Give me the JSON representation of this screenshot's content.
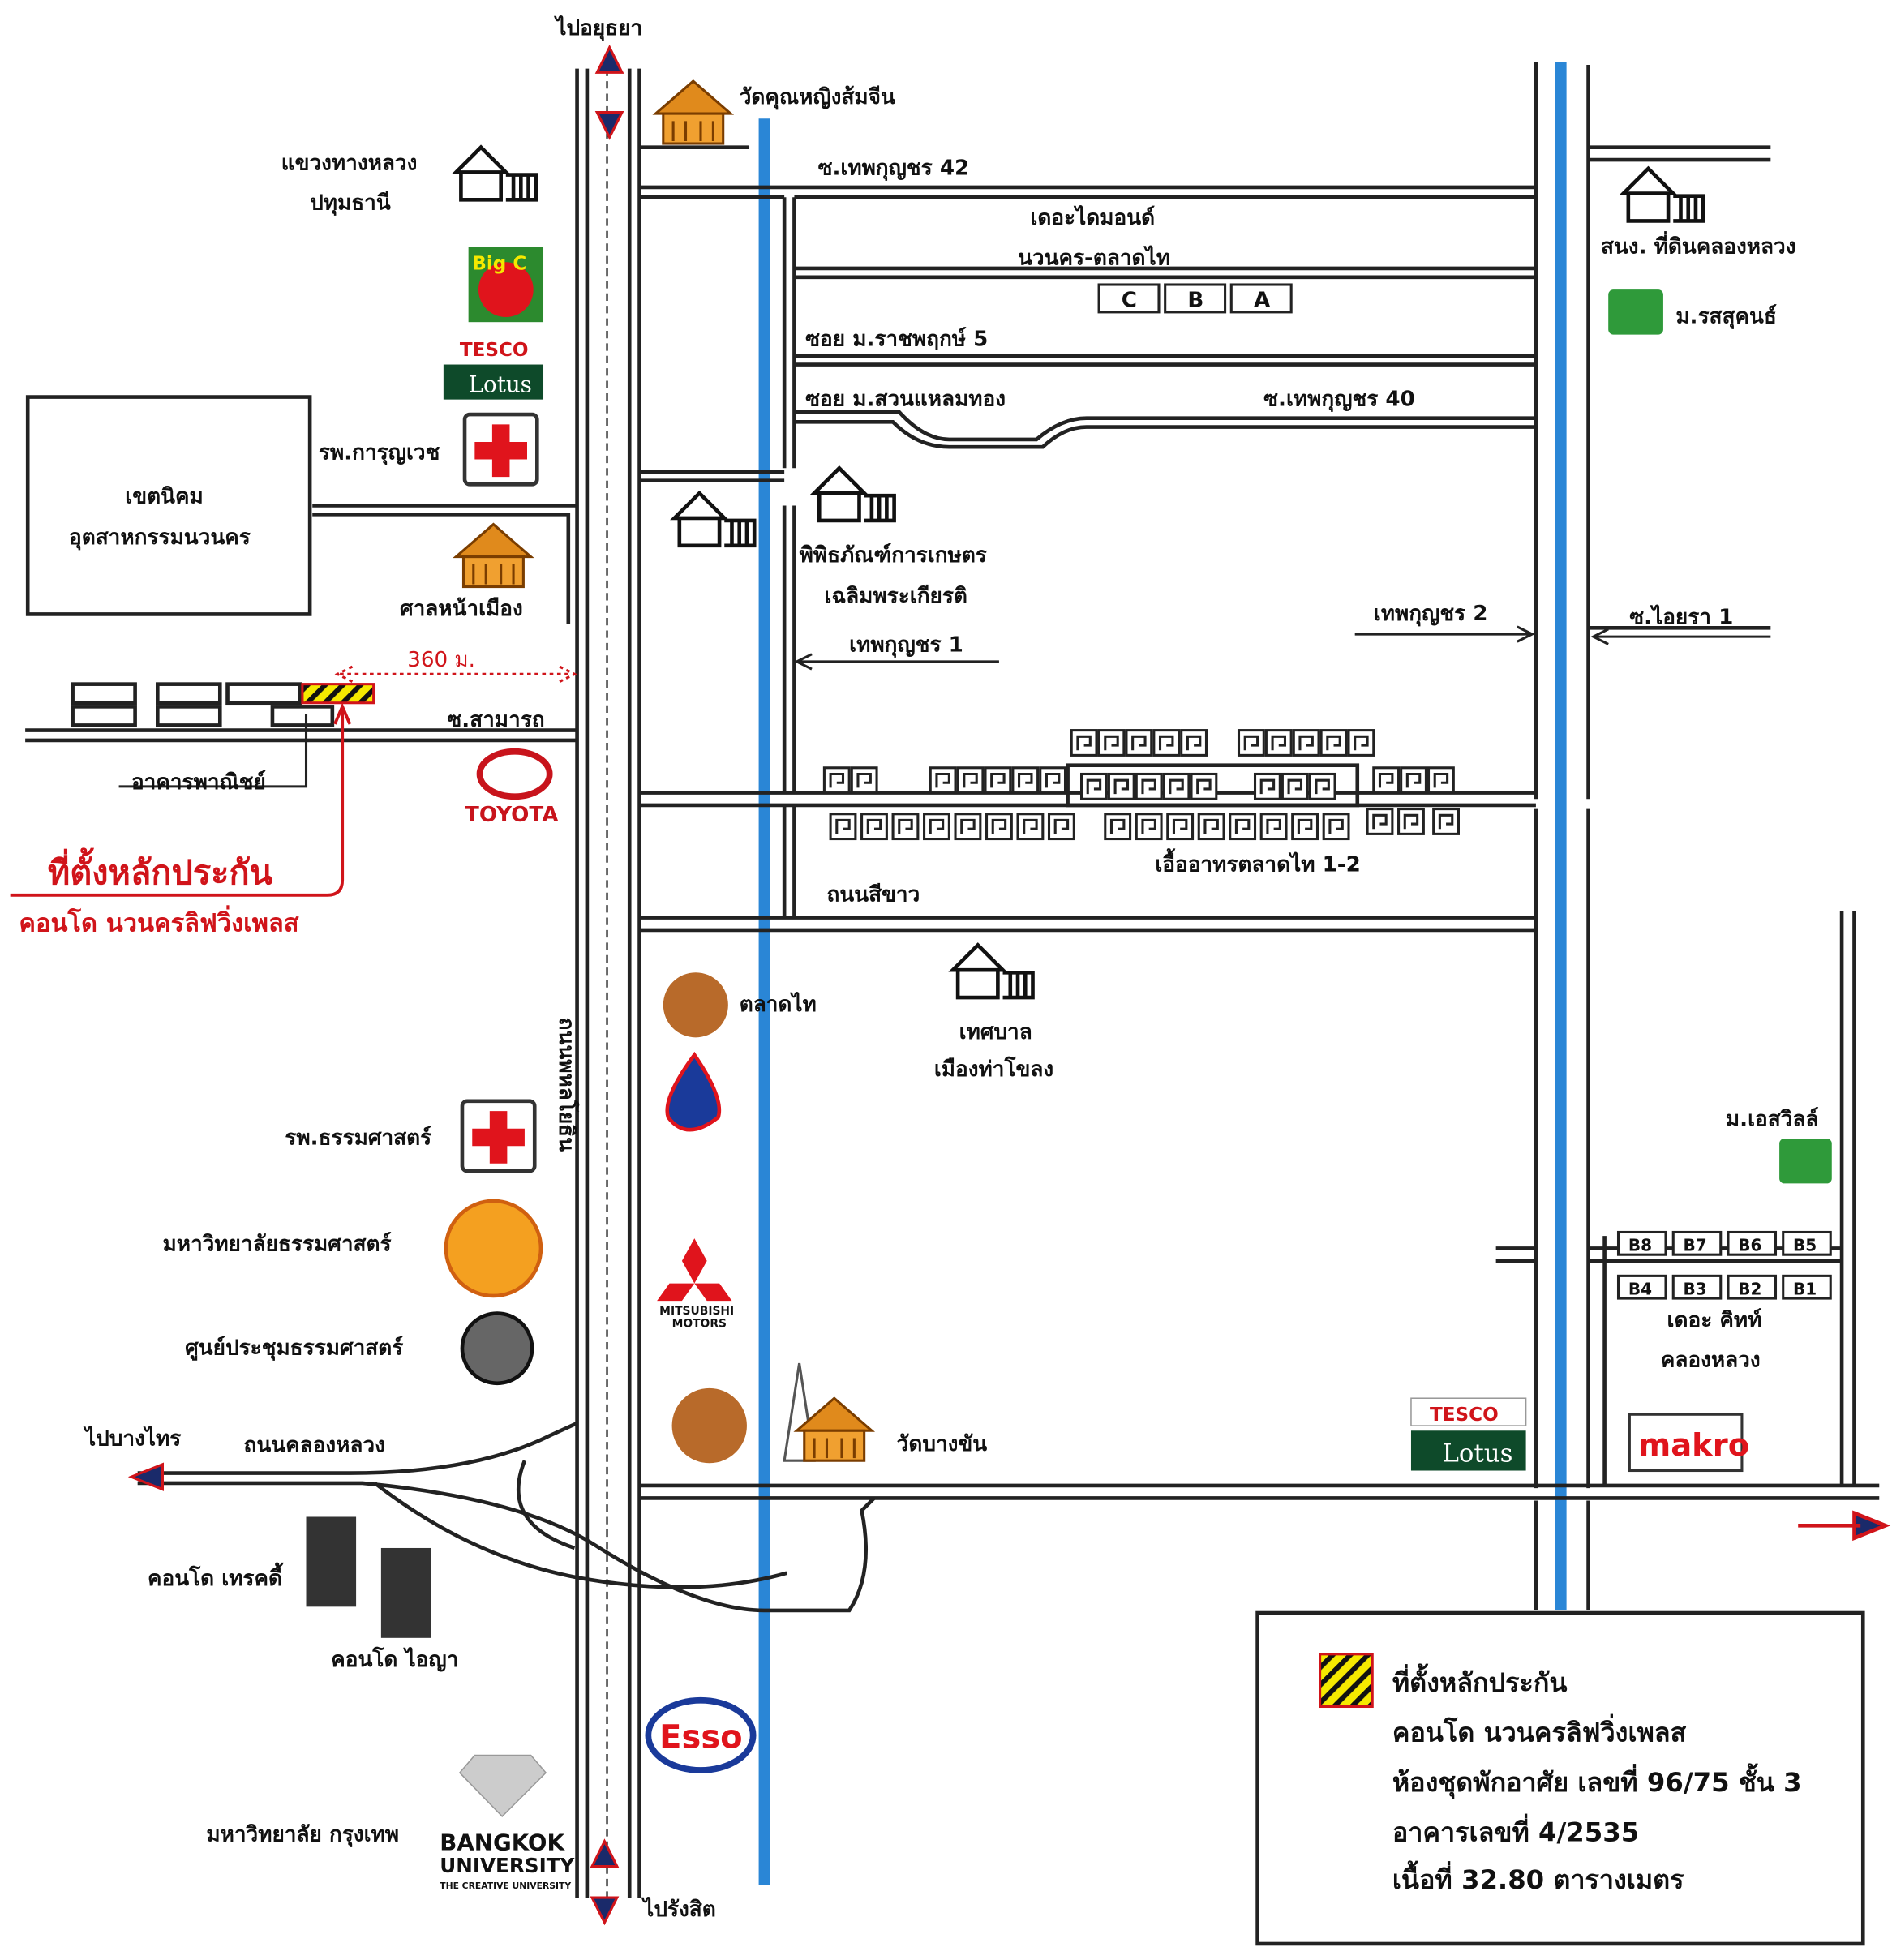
{
  "directions": {
    "north": "ไปอยุธยา",
    "south": "ไปรังสิต",
    "west": "ไปบางไทร"
  },
  "roads": {
    "phahon": "ถนนพหลโยธิน",
    "khlong_luang": "ถนนคลองหลวง",
    "soi_42": "ซ.เทพกุญชร 42",
    "soi_ratchaphruek": "ซอย ม.ราชพฤกษ์ 5",
    "soi_suanlaemthong": "ซอย ม.สวนแหลมทอง",
    "soi_40": "ซ.เทพกุญชร 40",
    "thepkunchon_1": "เทพกุญชร 1",
    "thepkunchon_2": "เทพกุญชร 2",
    "aiyara_1": "ซ.ไอยรา 1",
    "samarth": "ซ.สามารถ",
    "si_khao": "ถนนสีขาว"
  },
  "places": {
    "wat_somjin": "วัดคุณหญิงส้มจีน",
    "highway_office": [
      "แขวงทางหลวง",
      "ปทุมธานี"
    ],
    "diamond": [
      "เดอะไดมอนด์",
      "นวนคร-ตลาดไท"
    ],
    "diamond_buildings": [
      "C",
      "B",
      "A"
    ],
    "land_office": "สนง. ที่ดินคลองหลวง",
    "rossukon": "ม.รสสุคนธ์",
    "karunvech": "รพ.การุญเวช",
    "navanakorn": [
      "เขตนิคม",
      "อุตสาหกรรมนวนคร"
    ],
    "museum": [
      "พิพิธภัณฑ์การเกษตร",
      "เฉลิมพระเกียรติ"
    ],
    "shrine": "ศาลหน้าเมือง",
    "commercial": "อาคารพาณิชย์",
    "ua_arthorn": "เอื้ออาทรตลาดไท 1-2",
    "talad_thai": "ตลาดไท",
    "municipality": [
      "เทศบาล",
      "เมืองท่าโขลง"
    ],
    "thammasat_hospital": "รพ.ธรรมศาสตร์",
    "s_ville": "ม.เอสวิลล์",
    "thammasat_univ": "มหาวิทยาลัยธรรมศาสตร์",
    "kitt_buildings_top": [
      "B8",
      "B7",
      "B6",
      "B5"
    ],
    "kitt_buildings_bottom": [
      "B4",
      "B3",
      "B2",
      "B1"
    ],
    "kitt": [
      "เดอะ คิทท์",
      "คลองหลวง"
    ],
    "convention": "ศูนย์ประชุมธรรมศาสตร์",
    "wat_bangkhan": "วัดบางขัน",
    "condo_trendy": "คอนโด เทรคดี้",
    "condo_aiya": "คอนโด ไอญา",
    "bangkok_univ": "มหาวิทยาลัย กรุงเทพ"
  },
  "logos": {
    "bigc": "Big C",
    "tesco": "TESCO",
    "lotus": "Lotus",
    "toyota": "TOYOTA",
    "mitsubishi": [
      "MITSUBISHI",
      "MOTORS"
    ],
    "makro": "makro",
    "esso": "Esso",
    "bu": [
      "BANGKOK",
      "UNIVERSITY",
      "THE CREATIVE UNIVERSITY"
    ]
  },
  "collateral": {
    "title": "ที่ตั้งหลักประกัน",
    "subtitle": "คอนโด นวนครลิฟวิ่งเพลส",
    "distance": "360 ม."
  },
  "legend": {
    "lines": [
      "ที่ตั้งหลักประกัน",
      "คอนโด นวนครลิฟวิ่งเพลส",
      "ห้องชุดพักอาศัย เลขที่ 96/75 ชั้น 3",
      "อาคารเลขที่ 4/2535",
      "เนื้อที่ 32.80 ตารางเมตร"
    ]
  },
  "colors": {
    "canal": "#2a86d6",
    "highlight": "#d0141a",
    "collateral_fill": "#f5e900"
  }
}
